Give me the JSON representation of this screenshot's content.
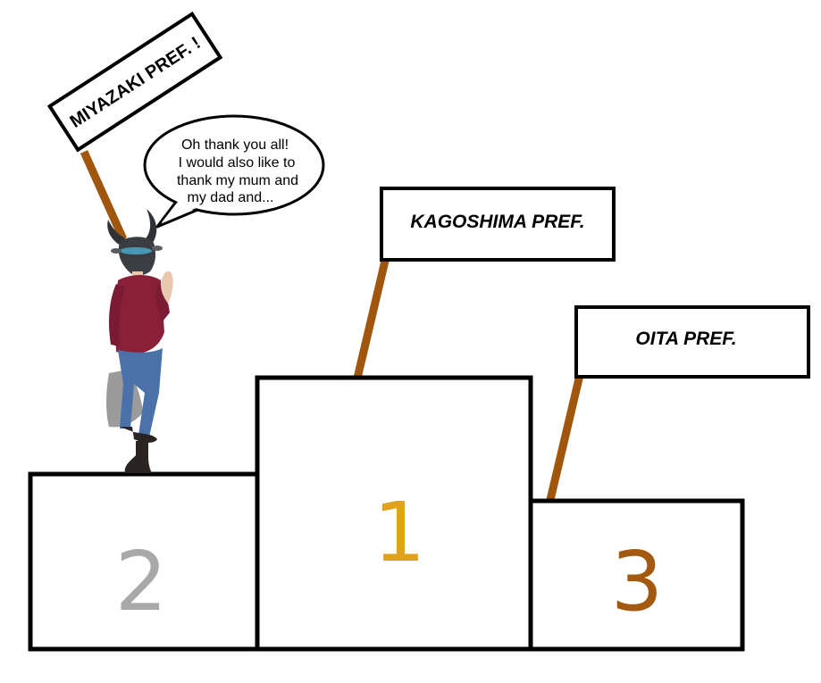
{
  "podium": {
    "first": {
      "number": "1",
      "color": "#e0a21c"
    },
    "second": {
      "number": "2",
      "color": "#a8a8a8"
    },
    "third": {
      "number": "3",
      "color": "#a35a10"
    }
  },
  "signs": {
    "miyazaki": "MIYAZAKI PREF. !",
    "kagoshima": "KAGOSHIMA PREF.",
    "oita": "OITA PREF."
  },
  "speech_bubble": {
    "lines": [
      "Oh thank you all!",
      "I would also like to",
      "thank my mum and",
      "my dad and..."
    ]
  },
  "colors": {
    "pole": "#a0560c",
    "outline": "#000000",
    "sweater": "#8a1f3a",
    "jeans": "#4a72a8",
    "mask": "#3a3d42"
  }
}
